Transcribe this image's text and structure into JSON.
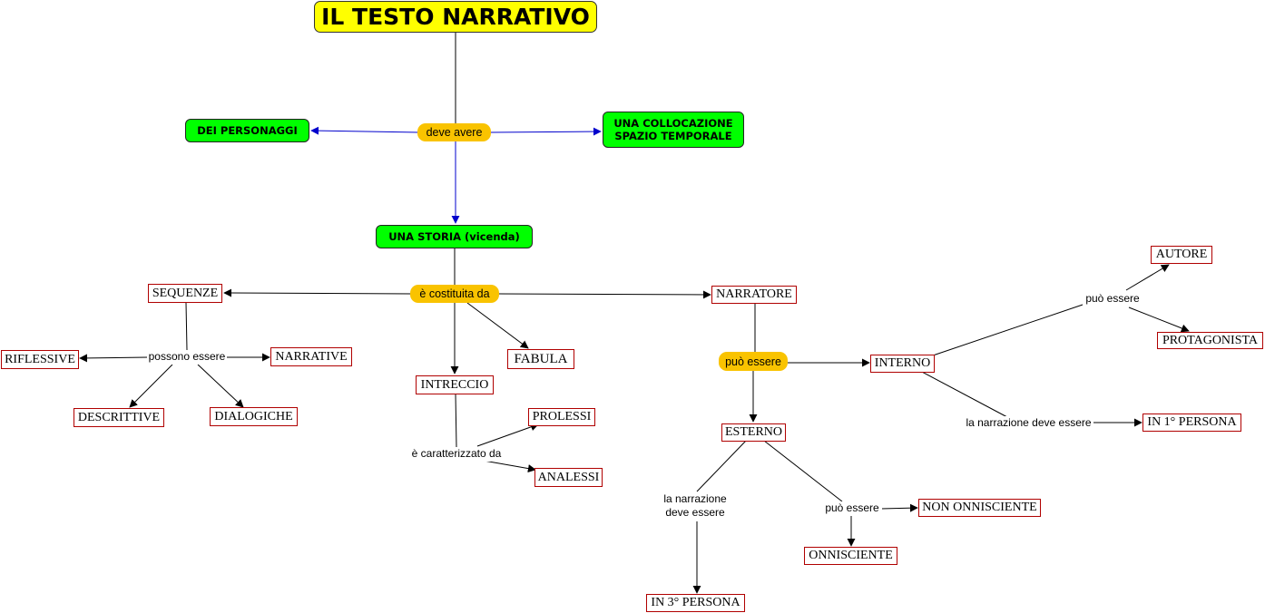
{
  "title": "IL TESTO NARRATIVO",
  "personaggi": "DEI PERSONAGGI",
  "collocazione": [
    "UNA COLLOCAZIONE",
    "SPAZIO TEMPORALE"
  ],
  "deve_avere": "deve avere",
  "storia": "UNA STORIA (vicenda)",
  "costituita": "è costituita da",
  "sequenze": "SEQUENZE",
  "possono_essere": "possono essere",
  "riflessive": "RIFLESSIVE",
  "narrative": "NARRATIVE",
  "descrittive": "DESCRITTIVE",
  "dialogiche": "DIALOGICHE",
  "intreccio": "INTRECCIO",
  "fabula": "FABULA",
  "caratterizzato": "è caratterizzato da",
  "prolessi": "PROLESSI",
  "analessi": "ANALESSI",
  "narratore": "NARRATORE",
  "puo_essere": "può essere",
  "interno": "INTERNO",
  "esterno": "ESTERNO",
  "autore": "AUTORE",
  "protagonista": "PROTAGONISTA",
  "narrazione_deve_essere": "la narrazione deve essere",
  "prima_persona": "IN 1° PERSONA",
  "narrazione_esterno": [
    "la narrazione",
    "deve essere"
  ],
  "terza_persona": "IN 3° PERSONA",
  "non_onnisciente": "NON ONNISCIENTE",
  "onnisciente": "ONNISCIENTE",
  "colors": {
    "title_bg": "#ffff00",
    "green_node": "#00ff00",
    "linking_phrase": "#f9c300",
    "box_border": "#b00000",
    "blue_arrow": "#0000cc"
  }
}
